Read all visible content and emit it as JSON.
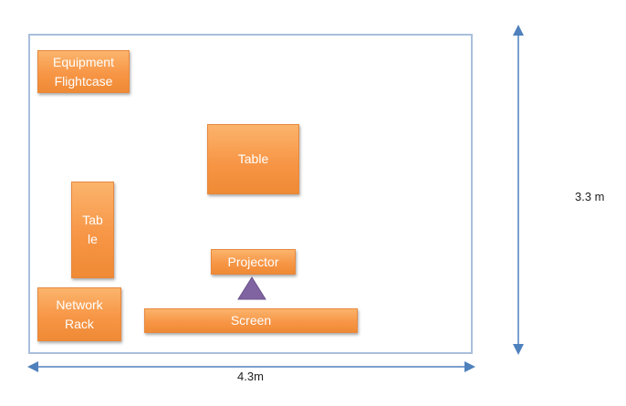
{
  "diagram": {
    "items": {
      "equipment_flightcase": "Equipment\nFlightcase",
      "table_center": "Table",
      "table_side": "Tab\nle",
      "projector": "Projector",
      "network_rack": "Network\nRack",
      "screen": "Screen"
    },
    "dimensions": {
      "width": "4.3m",
      "height": "3.3 m"
    },
    "colors": {
      "box_fill": "#f79646",
      "room_border": "#a9bfdc",
      "arrow": "#4f81bd",
      "projector_triangle": "#8064a2"
    }
  }
}
